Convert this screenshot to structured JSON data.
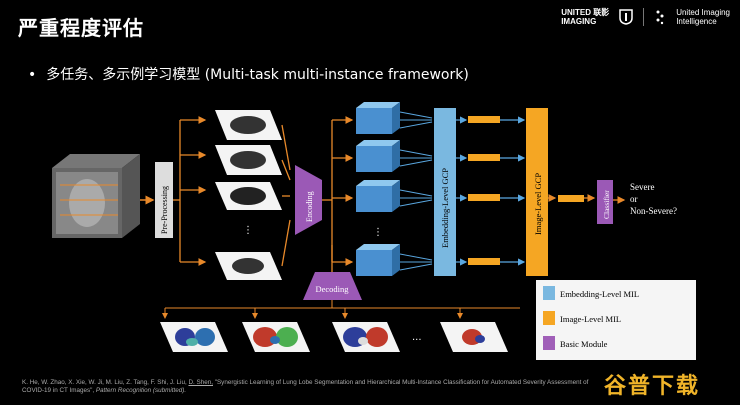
{
  "title": "严重程度评估",
  "logos": {
    "united_imaging": "UNITED 联影\nIMAGING",
    "uii_line1": "United Imaging",
    "uii_line2": "Intelligence"
  },
  "bullet": "多任务、多示例学习模型 (Multi-task multi-instance framework)",
  "diagram": {
    "preprocessing": "Pre-Processing",
    "encoding": "Encoding",
    "decoding": "Decoding",
    "embedding_gcp": "Embedding-Level GCP",
    "image_gcp": "Image-Level GCP",
    "classifier": "Classifier",
    "output_1": "Severe",
    "output_2": "or",
    "output_3": "Non-Severe?",
    "legend": [
      {
        "label": "Embedding-Level MIL",
        "color": "#7ab8e0"
      },
      {
        "label": "Image-Level MIL",
        "color": "#f5a623"
      },
      {
        "label": "Basic Module",
        "color": "#a05fb8"
      }
    ],
    "colors": {
      "orange": "#f5a623",
      "purple": "#9b59b6",
      "blue": "#5aa7e0",
      "arrow_orange": "#e8892a"
    }
  },
  "citation": {
    "authors": "K. He, W. Zhao, X. Xie, W. Ji, M. Liu, Z. Tang, F. Shi, J. Liu,",
    "underlined": "D. Shen,",
    "title": "\"Synergistic Learning of Lung Lobe Segmentation and Hierarchical Multi-Instance Classification for Automated Severity Assessment of",
    "line2": "COVID-19 in CT Images\",",
    "journal": "Pattern Recognition (submitted)."
  },
  "watermark": "谷普下载"
}
